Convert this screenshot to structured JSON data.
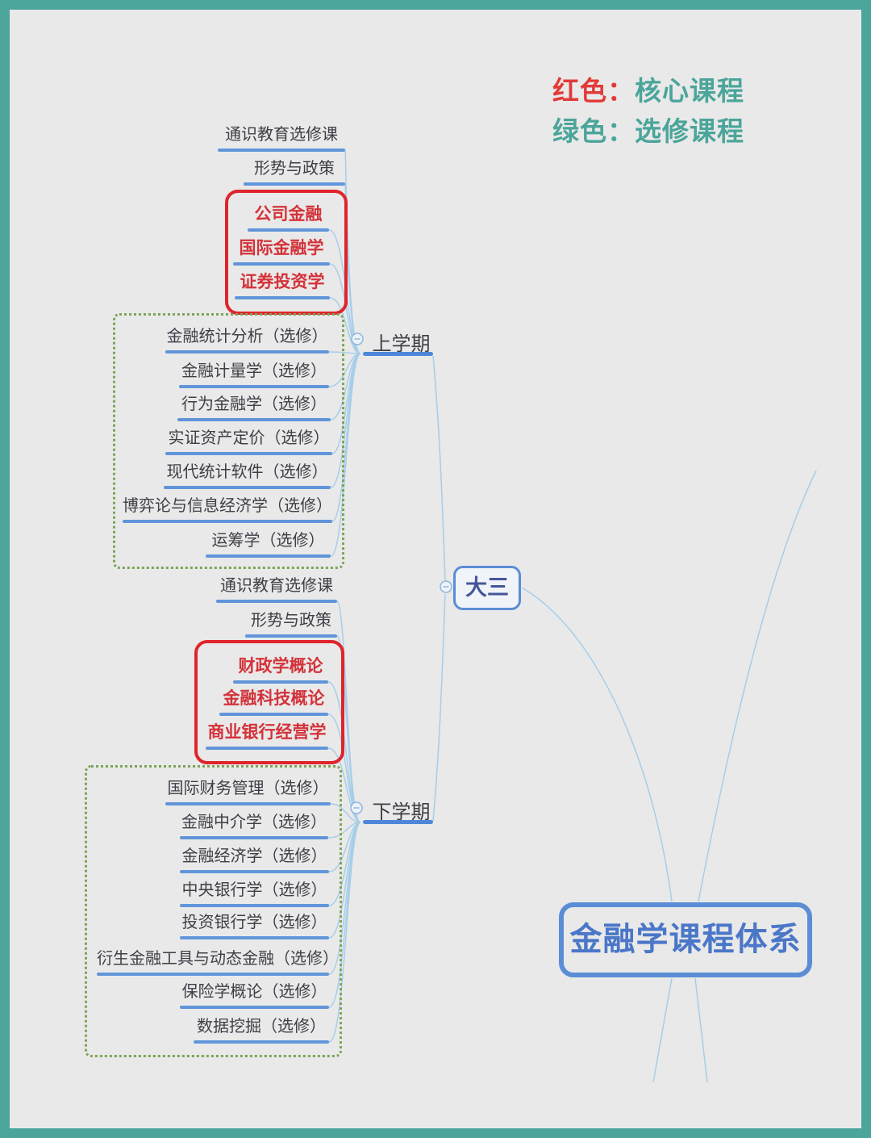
{
  "legend": {
    "line1_label": "红色：",
    "line1_value": "核心课程",
    "line2_label": "绿色：",
    "line2_value": "选修课程"
  },
  "colors": {
    "frame_teal": "#4ba59a",
    "legend_red": "#e23a38",
    "core_course_red": "#d4323a",
    "core_box_border_red": "#e0242b",
    "elective_box_border_green": "#7ca457",
    "course_underline_blue": "#6095da",
    "node_border_blue": "#5b8dd6",
    "connector_light_blue": "#a6cee9",
    "root_text_blue": "#4a77c8"
  },
  "root": {
    "label": "金融学课程体系"
  },
  "center": {
    "label": "大三"
  },
  "branches": [
    {
      "label": "上学期",
      "common": [
        "通识教育选修课",
        "形势与政策"
      ],
      "core": [
        "公司金融",
        "国际金融学",
        "证券投资学"
      ],
      "electives": [
        "金融统计分析（选修）",
        "金融计量学（选修）",
        "行为金融学（选修）",
        "实证资产定价（选修）",
        "现代统计软件（选修）",
        "博弈论与信息经济学（选修）",
        "运筹学（选修）"
      ]
    },
    {
      "label": "下学期",
      "common": [
        "通识教育选修课",
        "形势与政策"
      ],
      "core": [
        "财政学概论",
        "金融科技概论",
        "商业银行经营学"
      ],
      "electives": [
        "国际财务管理（选修）",
        "金融中介学（选修）",
        "金融经济学（选修）",
        "中央银行学（选修）",
        "投资银行学（选修）",
        "衍生金融工具与动态金融（选修）",
        "保险学概论（选修）",
        "数据挖掘（选修）"
      ]
    }
  ]
}
